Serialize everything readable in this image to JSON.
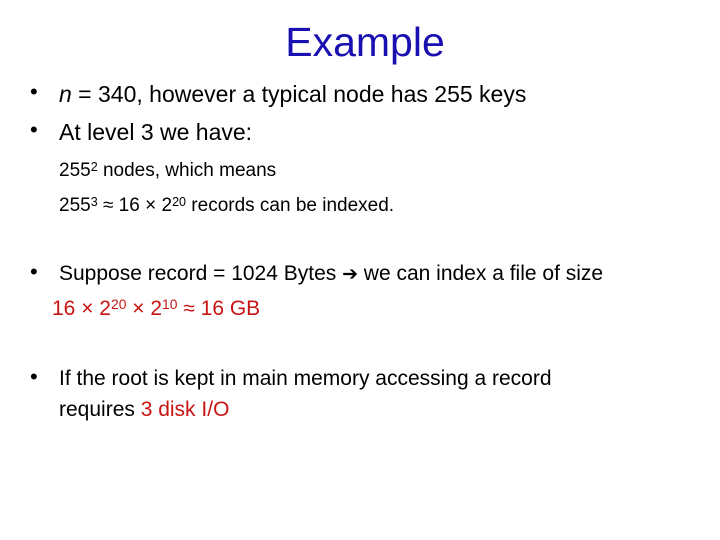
{
  "title": "Example",
  "bullet_char": "•",
  "b1": {
    "var": "n",
    "rest": " = 340, however a typical node has 255 keys"
  },
  "b2": {
    "text": "At level 3 we have:"
  },
  "s1": {
    "base": "255",
    "exp": "2",
    "rest": " nodes, which means"
  },
  "s2": {
    "base": "255",
    "exp": "3",
    "approx": " ≈ 16 ",
    "times": "×",
    "base2": " 2",
    "exp2": "20",
    "rest": " records can be indexed."
  },
  "b3": {
    "before": "Suppose record = 1024 Bytes ",
    "arrow": "➔",
    "after": " we can index a file of size"
  },
  "b3b": {
    "p1": "16 ",
    "t1": "×",
    "p2": " 2",
    "e1": "20",
    "p3": " ",
    "t2": "×",
    "p4": " 2",
    "e2": "10",
    "approx": " ≈ 16 GB"
  },
  "b4": {
    "line1": "If the root is kept in main memory accessing a record",
    "line2_pre": "requires ",
    "line2_red": "3 disk I/O"
  },
  "colors": {
    "title": "#1a0fb0",
    "highlight": "#c81414",
    "text": "#000000"
  }
}
